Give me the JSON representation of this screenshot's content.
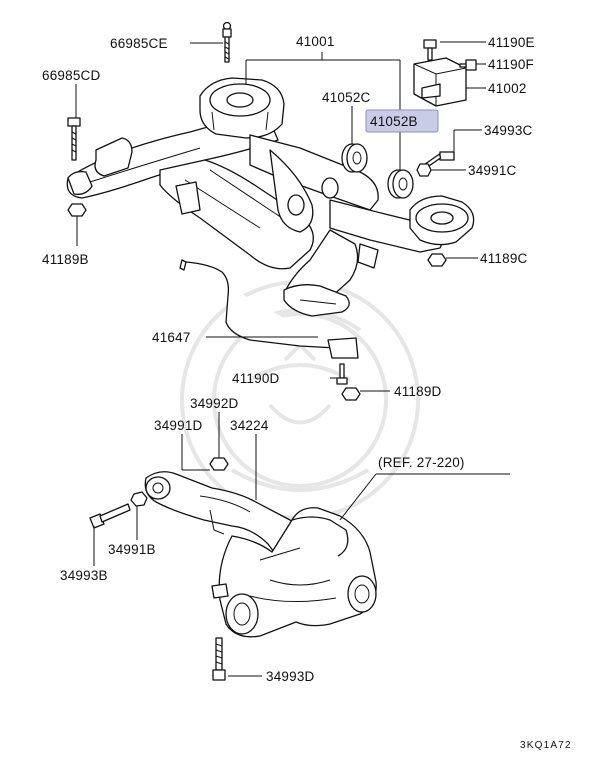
{
  "colors": {
    "line": "#111111",
    "highlight": "#c8cce6",
    "background": "#ffffff",
    "watermark": "#e6e6e6"
  },
  "highlighted_part": "41052B",
  "labels": {
    "p66985CE": "66985CE",
    "p41001": "41001",
    "p41190E": "41190E",
    "p41190F": "41190F",
    "p41002": "41002",
    "p66985CD": "66985CD",
    "p41052C": "41052C",
    "p41052B": "41052B",
    "p34993C": "34993C",
    "p34991C": "34991C",
    "p41189C": "41189C",
    "p41189B": "41189B",
    "p41647": "41647",
    "p41190D": "41190D",
    "p41189D": "41189D",
    "p34992D": "34992D",
    "p34991D": "34991D",
    "p34224": "34224",
    "ref": "(REF. 27-220)",
    "p34991B": "34991B",
    "p34993B": "34993B",
    "p34993D": "34993D",
    "footer_code": "3KQ1A72"
  }
}
